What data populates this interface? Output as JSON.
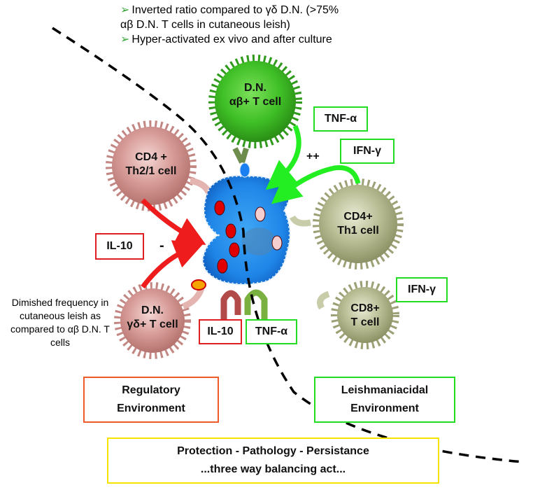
{
  "top_notes": [
    "Inverted ratio compared to γδ D.N. (>75%",
    "αβ D.N. T cells in cutaneous leish)",
    "Hyper-activated ex vivo and after culture"
  ],
  "cells": {
    "dn_ab": [
      "D.N.",
      "αβ+ T cell"
    ],
    "cd4_th21": [
      "CD4 +",
      "Th2/1 cell"
    ],
    "cd4_th1": [
      "CD4+",
      "Th1 cell"
    ],
    "dn_gd": [
      "D.N.",
      "γδ+ T cell"
    ],
    "cd8": [
      "CD8+",
      "T cell"
    ]
  },
  "boxes": {
    "tnf_top": "TNF-α",
    "ifn_top": "IFN-γ",
    "il10_left": "IL-10",
    "ifn_right": "IFN-γ",
    "il10_bottom": "IL-10",
    "tnf_bottom": "TNF-α"
  },
  "symbols": {
    "plus": "++",
    "minus": "-"
  },
  "note_gd": "Dimished frequency in cutaneous leish as compared to αβ D.N. T cells",
  "env": {
    "regulatory": [
      "Regulatory",
      "Environment"
    ],
    "leish": [
      "Leishmaniacidal",
      "Environment"
    ]
  },
  "footer": [
    "Protection - Pathology - Persistance",
    "...three way balancing act..."
  ],
  "colors": {
    "green_cell": "#3fbf26",
    "pink_cell": "#c98884",
    "olive_cell": "#a8ad82",
    "macrophage": "#1f86e8",
    "red_arrow": "#ee1c1c",
    "green_arrow": "#22ee22"
  }
}
